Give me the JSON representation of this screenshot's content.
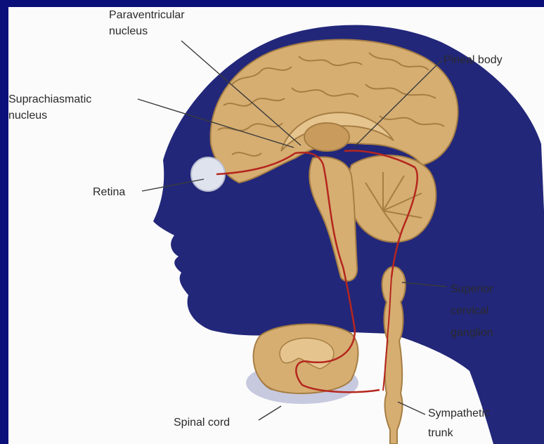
{
  "labels": {
    "paraventricular": "Paraventricular\nnucleus",
    "pineal": "Pineal body",
    "suprachiasmatic": "Suprachiasmatic\nnucleus",
    "retina": "Retina",
    "superior_ganglion": "Superior\ncervical\nganglion",
    "spinal_cord": "Spinal cord",
    "sympathetic": "Sympathetic\ntrunk"
  },
  "colors": {
    "frame": "#0b0f7a",
    "background": "#fbfbfb",
    "head_silhouette": "#22277a",
    "brain_tissue": "#d6ae72",
    "brain_shadow": "#a67e44",
    "pathway": "#b5261e",
    "retina": "#dfe3ee",
    "leader_line": "#3a3a3a"
  }
}
